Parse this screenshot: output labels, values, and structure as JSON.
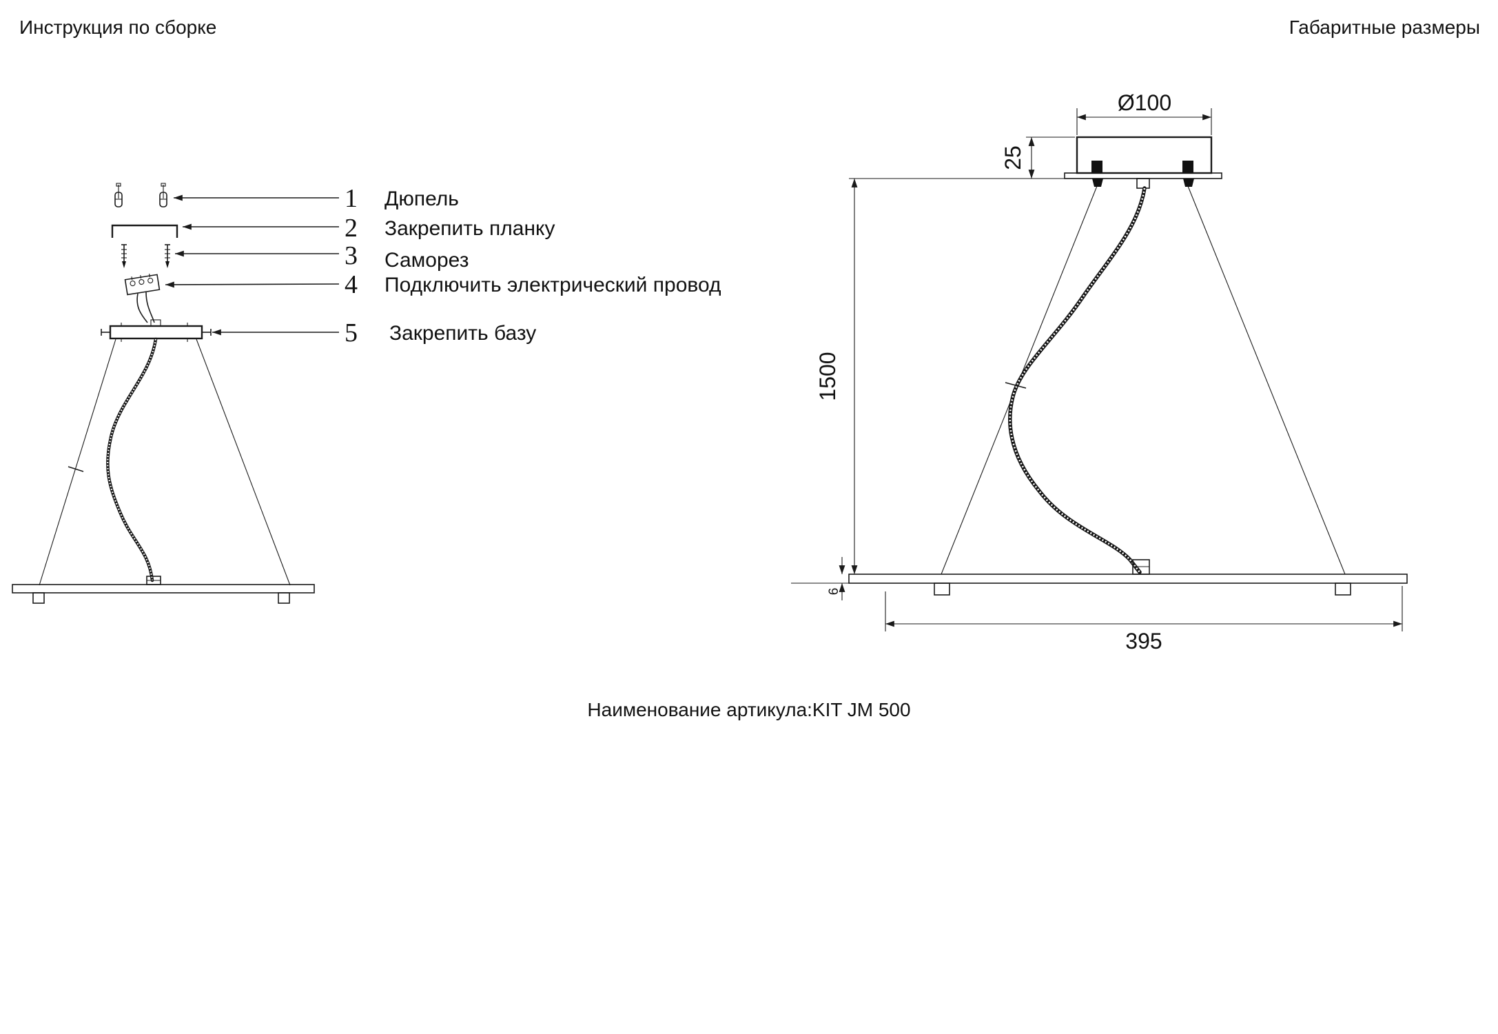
{
  "page": {
    "header_left": "Инструкция по сборке",
    "header_right": "Габаритные размеры",
    "footer": "Наименование артикула:KIT JM 500"
  },
  "steps": [
    {
      "num": "1",
      "label": "Дюпель"
    },
    {
      "num": "2",
      "label": "Закрепить планку"
    },
    {
      "num": "3",
      "label": "Саморез"
    },
    {
      "num": "4",
      "label": "Подключить электрический провод"
    },
    {
      "num": "5",
      "label": "Закрепить базу"
    }
  ],
  "dims": {
    "diameter": "Ø100",
    "canopy_height": "25",
    "drop": "1500",
    "width": "395",
    "bar_thickness": "6"
  },
  "colors": {
    "line": "#1a1a1a",
    "background": "#ffffff"
  }
}
